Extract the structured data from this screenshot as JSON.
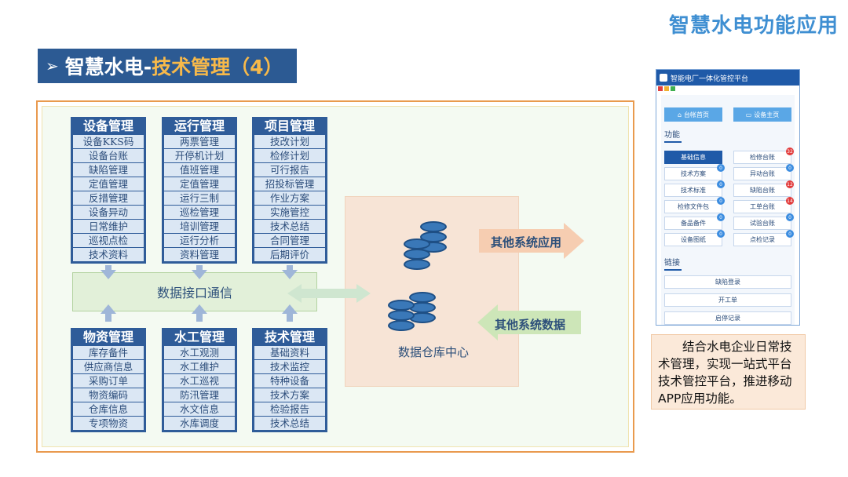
{
  "corner_title": "智慧水电功能应用",
  "section": {
    "arrow": "➢",
    "prefix": "智慧水电-",
    "highlight": "技术管理（4）"
  },
  "modules_top": [
    {
      "title": "设备管理",
      "items": [
        "设备KKS码",
        "设备台账",
        "缺陷管理",
        "定值管理",
        "反措管理",
        "设备异动",
        "日常维护",
        "巡视点检",
        "技术资料"
      ]
    },
    {
      "title": "运行管理",
      "items": [
        "两票管理",
        "开停机计划",
        "值班管理",
        "定值管理",
        "运行三制",
        "巡检管理",
        "培训管理",
        "运行分析",
        "资料管理"
      ]
    },
    {
      "title": "项目管理",
      "items": [
        "技改计划",
        "检修计划",
        "可行报告",
        "招投标管理",
        "作业方案",
        "实施管控",
        "技术总结",
        "合同管理",
        "后期评价"
      ]
    }
  ],
  "modules_bottom": [
    {
      "title": "物资管理",
      "items": [
        "库存备件",
        "供应商信息",
        "采购订单",
        "物资编码",
        "仓库信息",
        "专项物资"
      ]
    },
    {
      "title": "水工管理",
      "items": [
        "水工观测",
        "水工维护",
        "水工巡视",
        "防汛管理",
        "水文信息",
        "水库调度"
      ]
    },
    {
      "title": "技术管理",
      "items": [
        "基础资料",
        "技术监控",
        "特种设备",
        "技术方案",
        "检验报告",
        "技术总结"
      ]
    }
  ],
  "bus_label": "数据接口通信",
  "dwh_label": "数据仓库中心",
  "out_label": "其他系统应用",
  "in_label": "其他系统数据",
  "app": {
    "title": "智能电厂一体化管控平台",
    "top_buttons": [
      "台帐首页",
      "设备主页"
    ],
    "section_label": "功能",
    "grid": [
      {
        "label": "基础信息",
        "badge": "",
        "active": true
      },
      {
        "label": "检修台账",
        "badge": "32",
        "badge_color": "#e23b3b"
      },
      {
        "label": "技术方案",
        "badge": "0",
        "badge_color": "#3c8de0"
      },
      {
        "label": "异动台账",
        "badge": "0",
        "badge_color": "#3c8de0"
      },
      {
        "label": "技术标准",
        "badge": "0",
        "badge_color": "#3c8de0"
      },
      {
        "label": "缺陷台账",
        "badge": "12",
        "badge_color": "#e23b3b"
      },
      {
        "label": "检修文件包",
        "badge": "0",
        "badge_color": "#3c8de0"
      },
      {
        "label": "工单台账",
        "badge": "14",
        "badge_color": "#e23b3b"
      },
      {
        "label": "备品备件",
        "badge": "0",
        "badge_color": "#3c8de0"
      },
      {
        "label": "试验台账",
        "badge": "0",
        "badge_color": "#3c8de0"
      },
      {
        "label": "设备图纸",
        "badge": "0",
        "badge_color": "#3c8de0"
      },
      {
        "label": "点检记录",
        "badge": "0",
        "badge_color": "#3c8de0"
      }
    ],
    "link_label": "链接",
    "links": [
      "缺陷登录",
      "开工单",
      "启停记录"
    ]
  },
  "summary": "结合水电企业日常技术管理，实现一站式平台技术管控平台，推进移动APP应用功能。",
  "colors": {
    "accent": "#2c5a93",
    "highlight": "#f7b94a",
    "border": "#e99a4e"
  }
}
